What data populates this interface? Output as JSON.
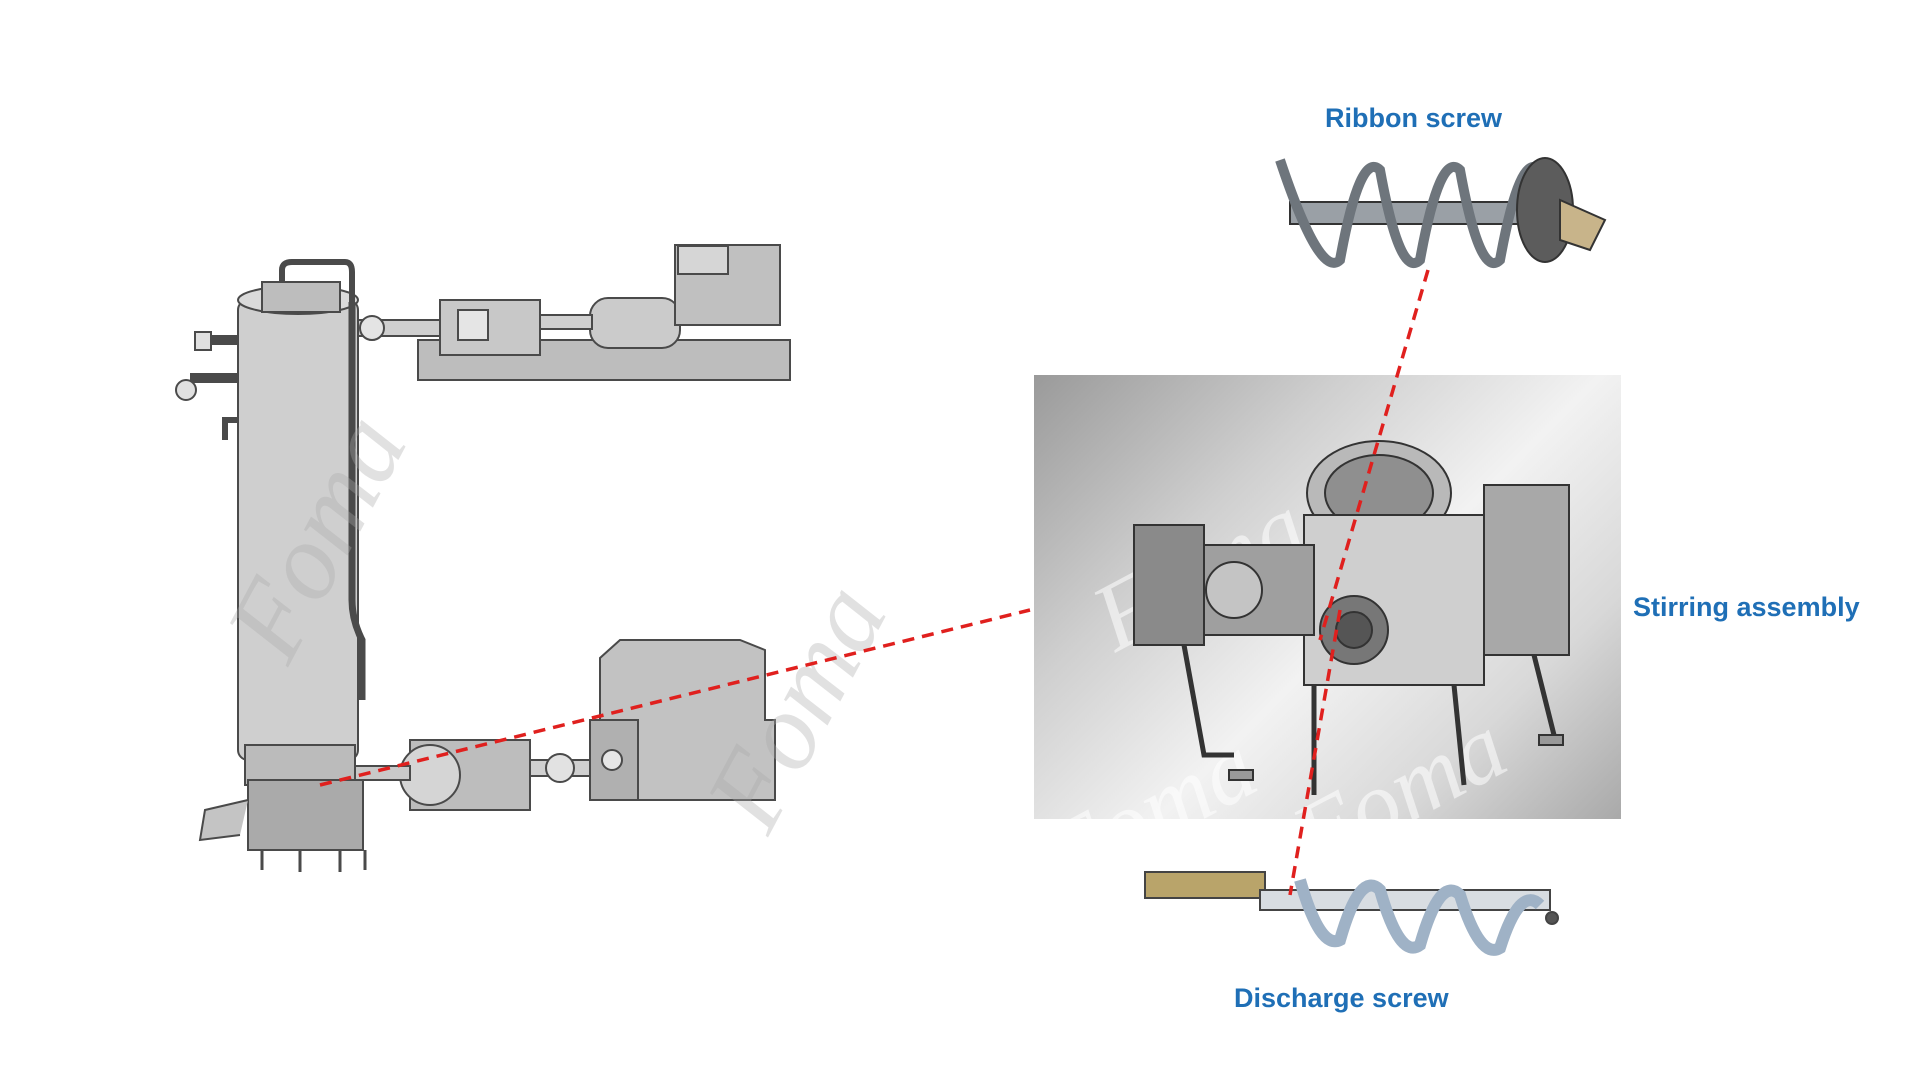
{
  "labels": {
    "ribbon_screw": "Ribbon screw",
    "stirring_assembly": "Stirring assembly",
    "discharge_screw": "Discharge screw"
  },
  "watermark": "Foma",
  "colors": {
    "label": "#1f6fb6",
    "leader_line": "#e0201e",
    "machine_body": "#cfcfcf",
    "machine_outline": "#4a4a4a"
  }
}
